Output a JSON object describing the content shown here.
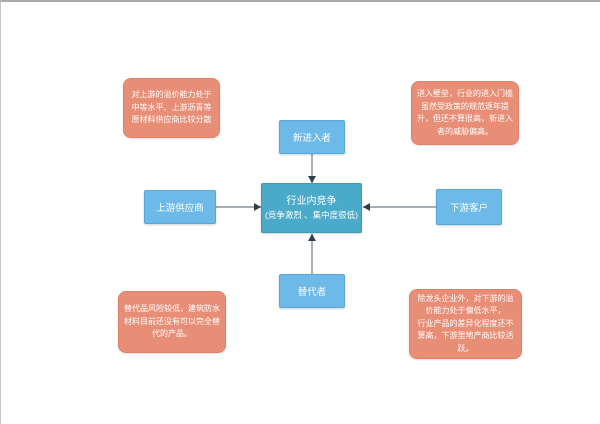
{
  "diagram": {
    "center": {
      "title": "行业内竞争",
      "subtitle": "(竞争激烈 、集中度很低)"
    },
    "nodes": [
      {
        "id": "new-entrants",
        "label": "新进入者"
      },
      {
        "id": "upstream-suppliers",
        "label": "上游供应商"
      },
      {
        "id": "downstream-customers",
        "label": "下游客户"
      },
      {
        "id": "substitutes",
        "label": "替代者"
      }
    ],
    "notes": [
      {
        "id": "supplier-note",
        "text": "对上游的溢价能力处于中等水平、上游沥青等原材料供应商比较分散"
      },
      {
        "id": "entrant-note",
        "text": "进入壁垒，行业的进入门槛虽然受政策的规范逐年提升，但还不算很高，新进入者的威胁偏高。"
      },
      {
        "id": "substitute-note",
        "text": "替代品风险较低，建筑防水材料目前还没有可以完全替代的产品。"
      },
      {
        "id": "customer-note",
        "text": "除龙头企业外，对下游的溢价能力处于偏低水平，\n行业产品的差异化程度还不算高，下游里地产商比较活跃。"
      }
    ],
    "colors": {
      "center_fill": "#4BAAC9",
      "center_border": "#3E98B6",
      "node_fill": "#6DB9E8",
      "node_border": "#57A7DB",
      "note_fill": "#E88E76",
      "note_border": "#DF8068",
      "connector": "#A8AFB5",
      "arrowhead": "#2F3F4E",
      "text": "#FFFFFF"
    }
  }
}
